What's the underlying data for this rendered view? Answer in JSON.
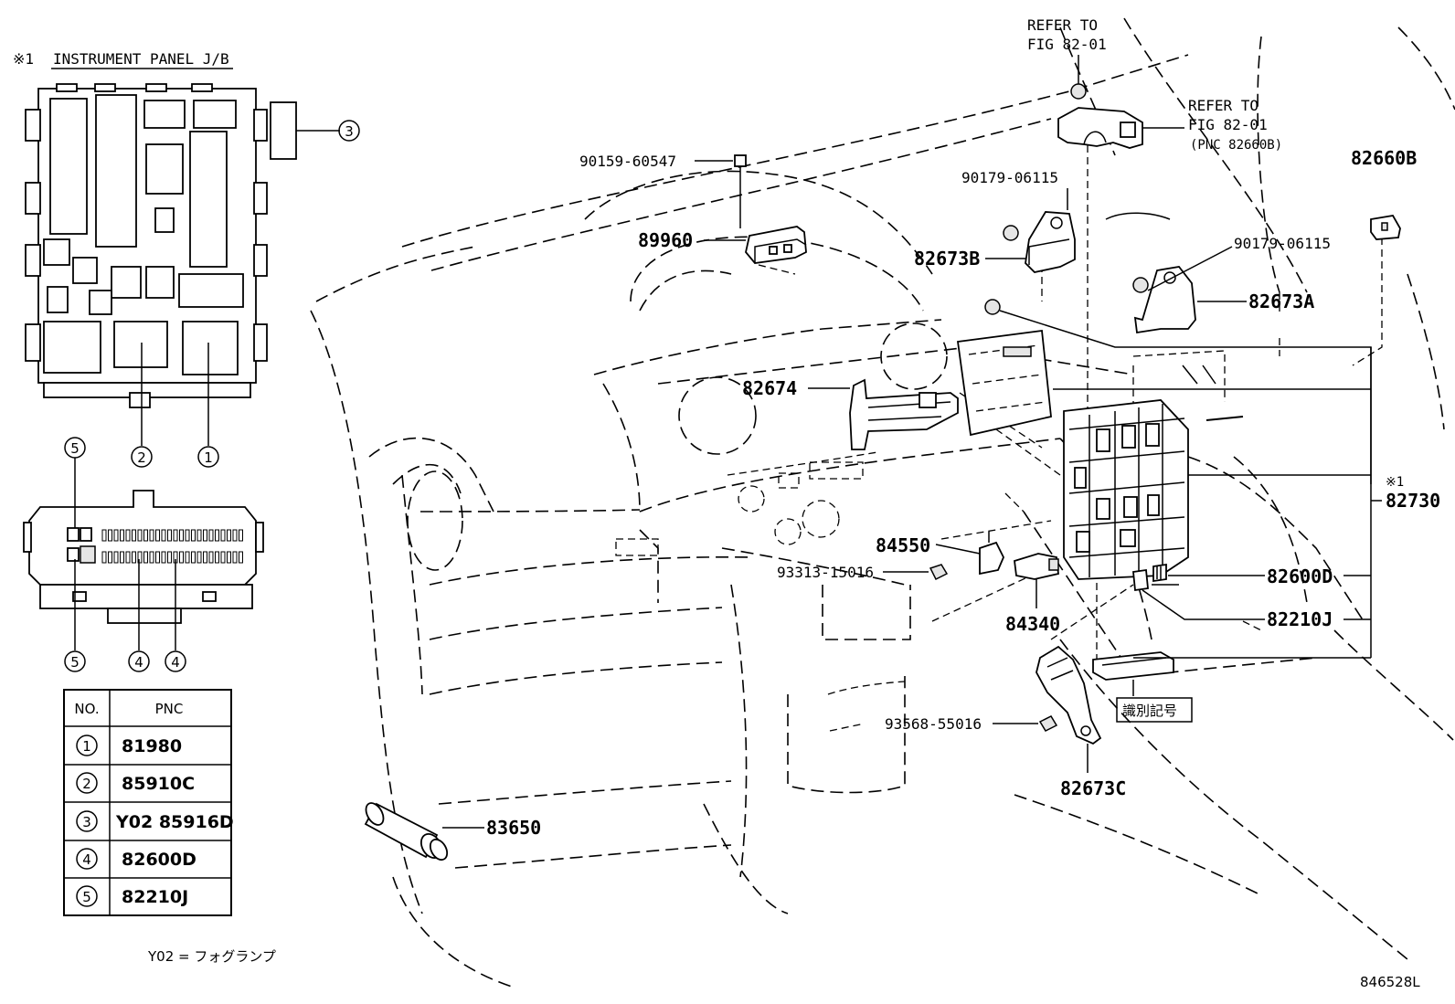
{
  "header": {
    "mark": "※1",
    "title": "INSTRUMENT PANEL J/B"
  },
  "callouts": {
    "c1": "1",
    "c2": "2",
    "c3": "3",
    "c4": "4",
    "c5": "5"
  },
  "legend": {
    "col_no": "NO.",
    "col_pnc": "PNC",
    "rows": [
      {
        "no": "1",
        "pnc": "81980"
      },
      {
        "no": "2",
        "pnc": "85910C"
      },
      {
        "no": "3",
        "pnc": "Y02 85916D"
      },
      {
        "no": "4",
        "pnc": "82600D"
      },
      {
        "no": "5",
        "pnc": "82210J"
      }
    ],
    "note": "Y02 = フォグランプ"
  },
  "refs": {
    "refer1_line1": "REFER TO",
    "refer1_line2": "FIG 82-01",
    "refer2_line1": "REFER TO",
    "refer2_line2": "FIG 82-01",
    "refer2_line3": "(PNC 82660B)"
  },
  "parts": {
    "p90159": "90159-60547",
    "p89960": "89960",
    "p90179a": "90179-06115",
    "p82673b": "82673B",
    "p90179b": "90179-06115",
    "p82673a": "82673A",
    "p82660b": "82660B",
    "p82674": "82674",
    "p82730_mark": "※1",
    "p82730": "82730",
    "p84550": "84550",
    "p93313": "93313-15016",
    "p84340": "84340",
    "p82600d": "82600D",
    "p82210j": "82210J",
    "p_id_mark": "識別記号",
    "p93568": "93568-55016",
    "p82673c": "82673C",
    "p83650": "83650"
  },
  "footer": {
    "diagram_id": "846528L"
  }
}
